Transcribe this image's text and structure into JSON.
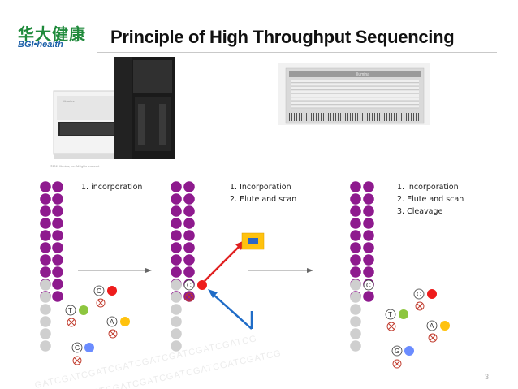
{
  "header": {
    "logo_cn": "华大健康",
    "logo_en": "BGI•health",
    "title": "Principle of High Throughput Sequencing"
  },
  "photos": {
    "sequencer_caption": "©2011 Illumina, Inc. All rights reserved.",
    "sequencer_brand": "illumina",
    "flowcell_label": "illumina"
  },
  "steps": [
    {
      "lines": [
        "1. incorporation"
      ]
    },
    {
      "lines": [
        "1. Incorporation",
        "2. Elute and scan"
      ]
    },
    {
      "lines": [
        "1. Incorporation",
        "2. Elute and scan",
        "3. Cleavage"
      ]
    }
  ],
  "nucleotides": {
    "c": "C",
    "t": "T",
    "a": "A",
    "g": "G"
  },
  "watermark": "GATCGATCGATCGATCGATCGATCGATCGATCG",
  "page_number": "3",
  "colors": {
    "purple": "#8e1a8e",
    "gray": "#cfcfcf",
    "red": "#ee1c1c",
    "green": "#8dc63f",
    "yellow": "#ffc20e",
    "blue": "#6b8cff",
    "inhibitor": "#c0392b",
    "arrow_blue": "#1f6cc7",
    "arrow_red": "#e02020"
  }
}
